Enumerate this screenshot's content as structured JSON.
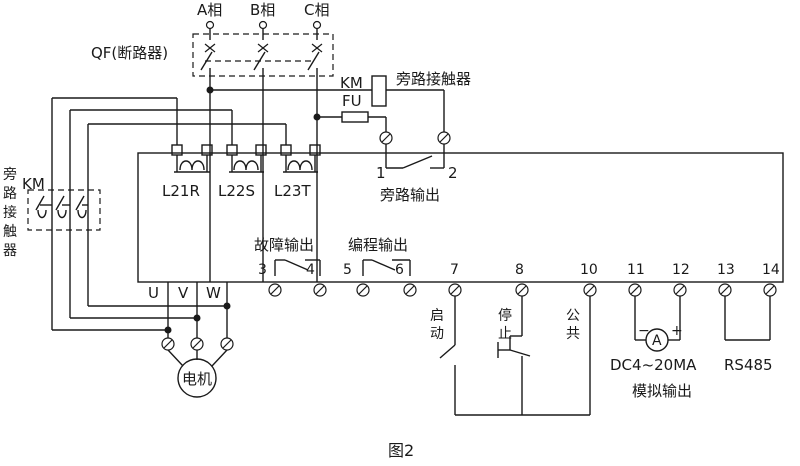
{
  "phases": [
    "A相",
    "B相",
    "C相"
  ],
  "breaker_label": "QF(断路器)",
  "km_top": "KM",
  "bypass_contactor": "旁路接触器",
  "fu": "FU",
  "ct_labels": [
    "L21R",
    "L22S",
    "L23T"
  ],
  "bypass_output": "旁路输出",
  "terminal_1": "1",
  "terminal_2": "2",
  "km_left": "KM",
  "left_contactor_chars": [
    "旁",
    "路",
    "接",
    "触",
    "器"
  ],
  "fault_output": "故障输出",
  "program_output": "编程输出",
  "terminals": [
    "3",
    "4",
    "5",
    "6",
    "7",
    "8",
    "10",
    "11",
    "12",
    "13",
    "14"
  ],
  "motor_terms": [
    "U",
    "V",
    "W"
  ],
  "motor": "电机",
  "start_chars": [
    "启",
    "动"
  ],
  "stop_chars": [
    "停",
    "止"
  ],
  "common_chars": [
    "公",
    "共"
  ],
  "ammeter": "A",
  "minus": "−",
  "plus": "+",
  "analog_range": "DC4~20MA",
  "analog_output": "模拟输出",
  "rs485": "RS485",
  "figure_caption": "图2"
}
